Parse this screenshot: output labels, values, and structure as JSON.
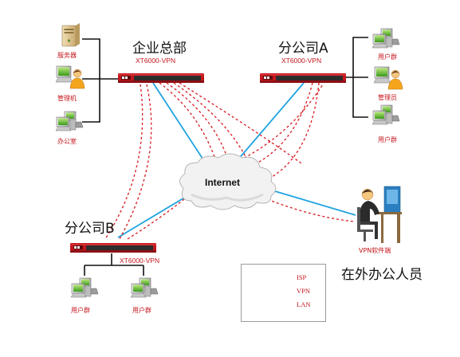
{
  "sites": {
    "hq": {
      "title": "企业总部",
      "model": "XT6000-VPN",
      "devices": {
        "server": "服务器",
        "admin_pc": "管理机",
        "office": "办公室"
      }
    },
    "branch_a": {
      "title": "分公司A",
      "model": "XT6000-VPN",
      "devices": {
        "users_1": "用户群",
        "admin": "管理员",
        "users_2": "用户群"
      }
    },
    "branch_b": {
      "title": "分公司B",
      "model": "XT6000-VPN",
      "devices": {
        "users_1": "用户群",
        "users_2": "用户群"
      }
    }
  },
  "internet_label": "Internet",
  "remote": {
    "client_label": "VPN软件端",
    "title": "在外办公人员"
  },
  "legend": [
    {
      "label": "ISP",
      "color": "#1fa3e0",
      "style": "solid"
    },
    {
      "label": "VPN",
      "color": "#d71920",
      "style": "dashed"
    },
    {
      "label": "LAN",
      "color": "#111111",
      "style": "solid"
    }
  ],
  "colors": {
    "router_body": "#c4161c",
    "accent": "#c4161c",
    "isp": "#1fa3e0",
    "vpn": "#d71920"
  }
}
